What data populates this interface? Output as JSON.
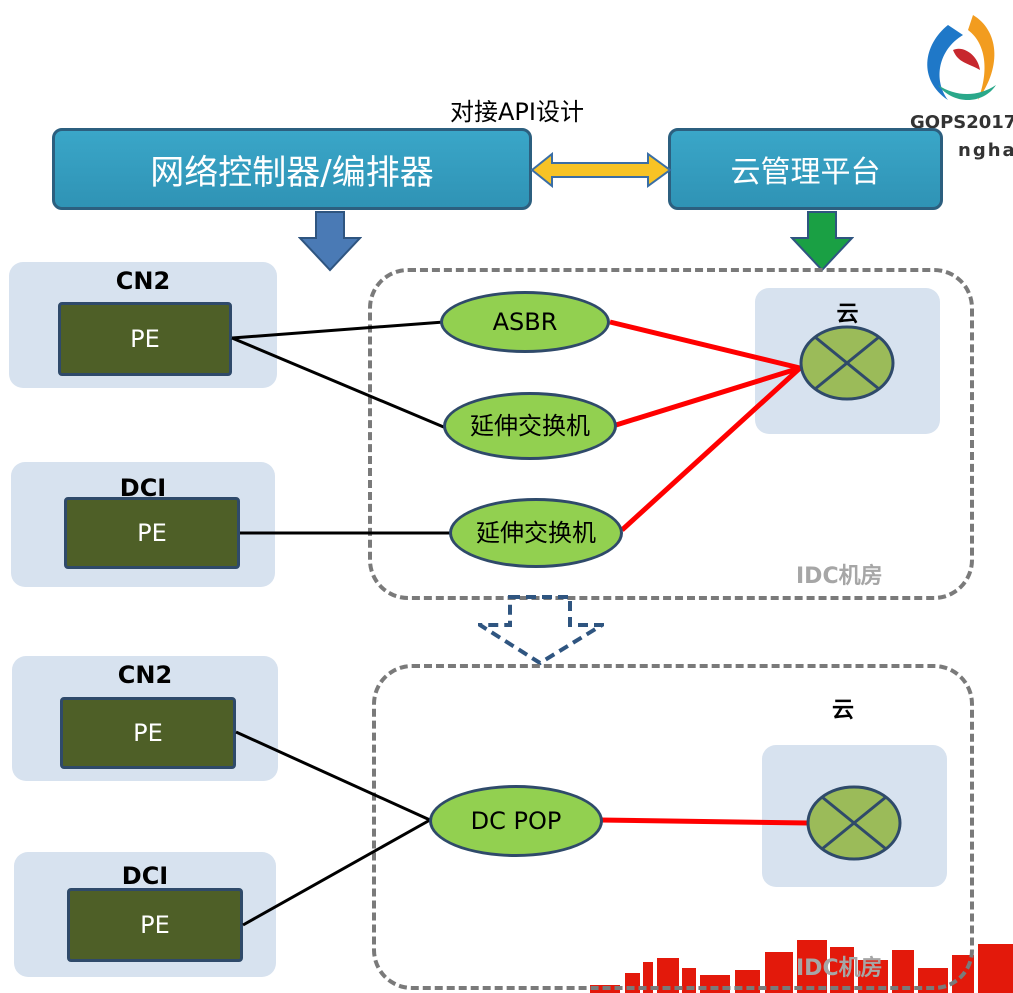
{
  "logo": {
    "text_a": "GOPS2017",
    "text_b": "nghai"
  },
  "api_label": "对接API设计",
  "controller": {
    "label": "网络控制器/编排器"
  },
  "cloud_platform": {
    "label": "云管理平台"
  },
  "top": {
    "cn2": {
      "label": "CN2",
      "pe": "PE"
    },
    "dci": {
      "label": "DCI",
      "pe": "PE"
    },
    "asbr": "ASBR",
    "ext_switch_1": "延伸交换机",
    "ext_switch_2": "延伸交换机",
    "cloud": "云",
    "idc": "IDC机房"
  },
  "bottom": {
    "cn2": {
      "label": "CN2",
      "pe": "PE"
    },
    "dci": {
      "label": "DCI",
      "pe": "PE"
    },
    "dcpop": "DC POP",
    "cloud": "云",
    "idc": "IDC机房"
  },
  "colors": {
    "zone_bg": "#d7e2ef",
    "pe_bg": "#4e5f27",
    "node_bg": "#92d050",
    "topbox_bg": "#3aa6c8",
    "link_black": "#000000",
    "link_red": "#ff0000",
    "arrow_blue": "#4a7ab5",
    "arrow_green": "#1aa044",
    "double_arrow": "#f7c325",
    "skyline_red": "#e3190b"
  }
}
